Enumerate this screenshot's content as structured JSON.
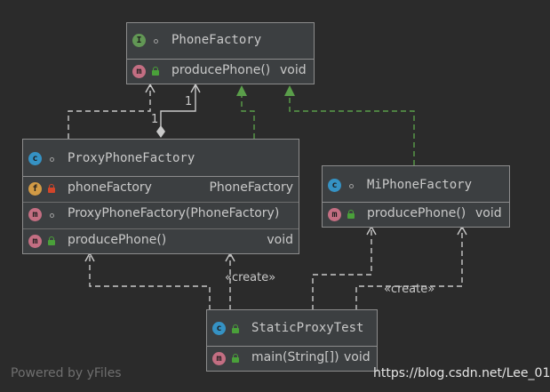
{
  "footer": {
    "powered": "Powered by yFiles",
    "url": "https://blog.csdn.net/Lee_01"
  },
  "nodes": {
    "phone_factory": {
      "badge": "I",
      "name": "PhoneFactory",
      "members": [
        {
          "badge": "m",
          "name": "producePhone()",
          "type": "void"
        }
      ]
    },
    "proxy_phone_factory": {
      "badge": "c",
      "name": "ProxyPhoneFactory",
      "members": [
        {
          "badge": "f",
          "name": "phoneFactory",
          "type": "PhoneFactory"
        },
        {
          "badge": "m",
          "name": "ProxyPhoneFactory(PhoneFactory)",
          "type": ""
        },
        {
          "badge": "m",
          "name": "producePhone()",
          "type": "void"
        }
      ]
    },
    "mi_phone_factory": {
      "badge": "c",
      "name": "MiPhoneFactory",
      "members": [
        {
          "badge": "m",
          "name": "producePhone()",
          "type": "void"
        }
      ]
    },
    "static_proxy_test": {
      "badge": "c",
      "name": "StaticProxyTest",
      "members": [
        {
          "badge": "m",
          "name": "main(String[])",
          "type": "void"
        }
      ]
    }
  },
  "edges": {
    "multiplicity_a": "1",
    "multiplicity_b": "1",
    "create_label_1": "«create»",
    "create_label_2": "«create»"
  },
  "colors": {
    "interface_badge": "#629755",
    "class_badge": "#3592c4",
    "method_badge": "#c36e82",
    "field_badge": "#d19a45",
    "realization_edge": "#5a9e4a",
    "dependency_edge": "#c9c9c9"
  }
}
